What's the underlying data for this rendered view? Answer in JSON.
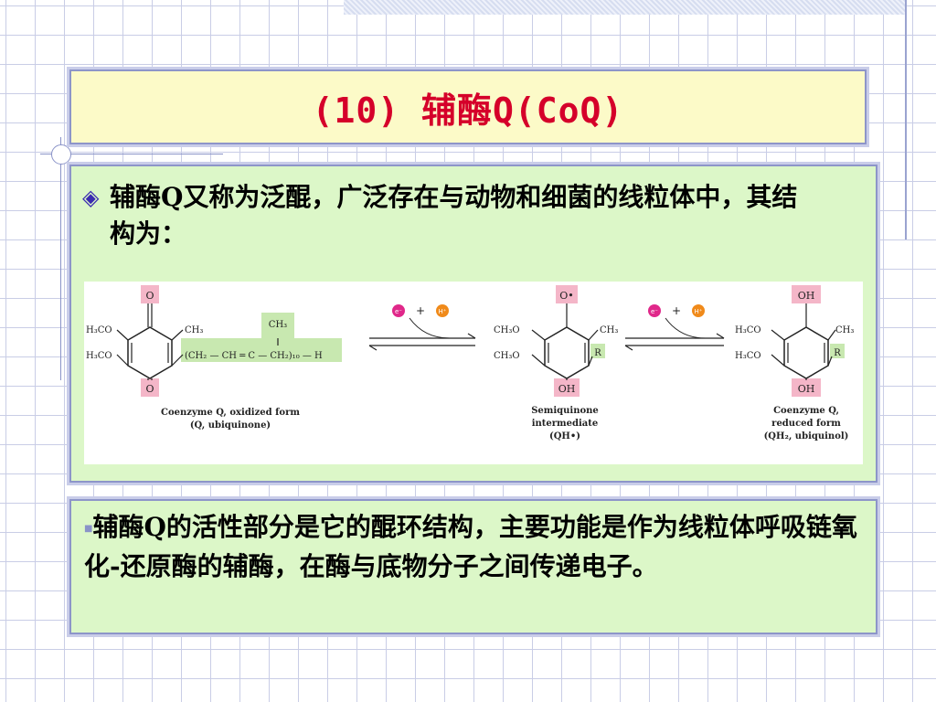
{
  "slide": {
    "title": "(10) 辅酶Q(CoQ)",
    "bullet_icon": "diamond-bullet-icon",
    "intro_text": "辅酶Q又称为泛醌，广泛存在与动物和细菌的线粒体中，其结构为：",
    "bottom_text": "辅酶Q的活性部分是它的醌环结构，主要功能是作为线粒体呼吸链氧化-还原酶的辅酶，在酶与底物分子之间传递电子。"
  },
  "figure": {
    "oxidized": {
      "o_top": "O",
      "o_bottom": "O",
      "h3co_1": "H₃CO",
      "h3co_2": "H₃CO",
      "ch3": "CH₃",
      "ch3_side": "CH₃",
      "chain": "(CH₂ — CH ═ C — CH₂)₁₀ — H",
      "caption_1": "Coenzyme Q, oxidized form",
      "caption_2": "(Q, ubiquinone)"
    },
    "reaction_1": {
      "electron": "e⁻",
      "plus": "+",
      "proton": "H⁺"
    },
    "semiquinone": {
      "o_top": "O•",
      "oh_bottom": "OH",
      "ch3o_1": "CH₃O",
      "ch3o_2": "CH₃O",
      "ch3": "CH₃",
      "r": "R",
      "caption_1": "Semiquinone",
      "caption_2": "intermediate",
      "caption_3": "(QH•)"
    },
    "reaction_2": {
      "electron": "e⁻",
      "plus": "+",
      "proton": "H⁺"
    },
    "reduced": {
      "oh_top": "OH",
      "oh_bottom": "OH",
      "h3co_1": "H₃CO",
      "h3co_2": "H₃CO",
      "ch3": "CH₃",
      "r": "R",
      "caption_1": "Coenzyme Q,",
      "caption_2": "reduced form",
      "caption_3": "(QH₂, ubiquinol)"
    },
    "colors": {
      "highlight_pink": "#f4b6c8",
      "highlight_green": "#c8e8b0",
      "electron_magenta": "#e0288a",
      "proton_orange": "#f08a1a"
    }
  }
}
